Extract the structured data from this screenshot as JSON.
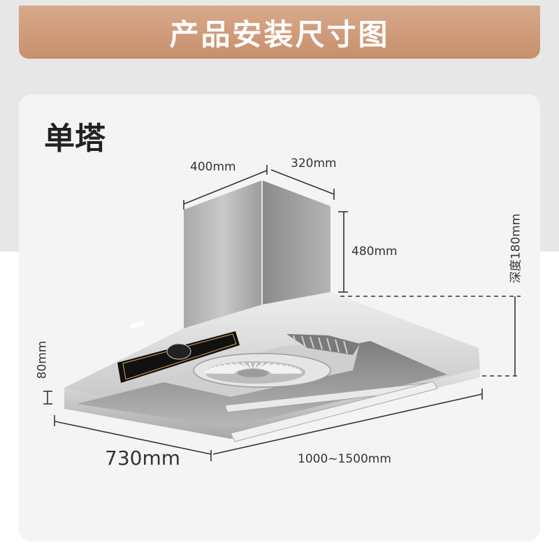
{
  "banner": {
    "title": "产品安装尺寸图"
  },
  "card": {
    "heading": "单塔"
  },
  "dimensions": {
    "chimney_width": "400mm",
    "chimney_depth": "320mm",
    "chimney_height": "480mm",
    "depth": "深度180mm",
    "hood_height": "80mm",
    "hood_depth": "730mm",
    "hood_width": "1000~1500mm"
  },
  "colors": {
    "banner": "#cf9b7a",
    "background_band": "#e7e7e7",
    "card": "#f4f4f4",
    "steel_light": "#d9d9d9",
    "steel_dark": "#9a9a9a",
    "panel": "#111111",
    "panel_accent": "#d8a64a"
  }
}
